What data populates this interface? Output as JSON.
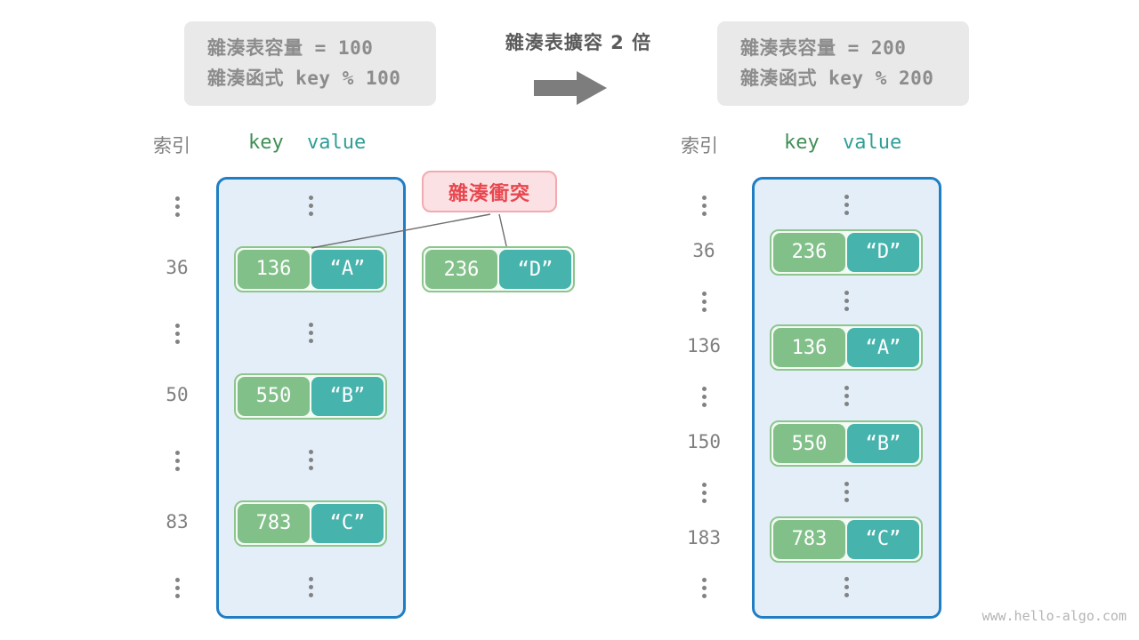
{
  "diagram": {
    "title": "雜湊表擴容 2 倍",
    "arrow_icon": "right-arrow-icon",
    "watermark": "www.hello-algo.com",
    "colors": {
      "table_border": "#1f7ec4",
      "table_fill": "#e3eef9",
      "key_cell": "#82c08a",
      "value_cell": "#46b3ad",
      "pair_border": "#8cc68c",
      "badge_fill": "#fbe1e3",
      "badge_border": "#f2a9b0",
      "badge_text": "#e8474f",
      "index_text": "#7f7f7f",
      "key_header": "#3f8f54",
      "value_header": "#2f9e95",
      "card_fill": "#e9e9e9",
      "card_text": "#8c8c8c"
    }
  },
  "left": {
    "card": {
      "line1": "雜湊表容量 = 100",
      "line2": "雜湊函式 key % 100"
    },
    "headers": {
      "index": "索引",
      "key": "key",
      "value": "value"
    },
    "rows": [
      {
        "kind": "dots",
        "index": "",
        "key": "",
        "value": ""
      },
      {
        "kind": "entry",
        "index": "36",
        "key": "136",
        "value": "“A”"
      },
      {
        "kind": "dots",
        "index": "",
        "key": "",
        "value": ""
      },
      {
        "kind": "entry",
        "index": "50",
        "key": "550",
        "value": "“B”"
      },
      {
        "kind": "dots",
        "index": "",
        "key": "",
        "value": ""
      },
      {
        "kind": "entry",
        "index": "83",
        "key": "783",
        "value": "“C”"
      },
      {
        "kind": "dots",
        "index": "",
        "key": "",
        "value": ""
      }
    ],
    "collision": {
      "label": "雜湊衝突",
      "overflow_entry": {
        "key": "236",
        "value": "“D”"
      }
    }
  },
  "right": {
    "card": {
      "line1": "雜湊表容量 = 200",
      "line2": "雜湊函式 key % 200"
    },
    "headers": {
      "index": "索引",
      "key": "key",
      "value": "value"
    },
    "rows": [
      {
        "kind": "dots",
        "index": "",
        "key": "",
        "value": ""
      },
      {
        "kind": "entry",
        "index": "36",
        "key": "236",
        "value": "“D”"
      },
      {
        "kind": "dots",
        "index": "",
        "key": "",
        "value": ""
      },
      {
        "kind": "entry",
        "index": "136",
        "key": "136",
        "value": "“A”"
      },
      {
        "kind": "dots",
        "index": "",
        "key": "",
        "value": ""
      },
      {
        "kind": "entry",
        "index": "150",
        "key": "550",
        "value": "“B”"
      },
      {
        "kind": "dots",
        "index": "",
        "key": "",
        "value": ""
      },
      {
        "kind": "entry",
        "index": "183",
        "key": "783",
        "value": "“C”"
      },
      {
        "kind": "dots",
        "index": "",
        "key": "",
        "value": ""
      }
    ]
  }
}
